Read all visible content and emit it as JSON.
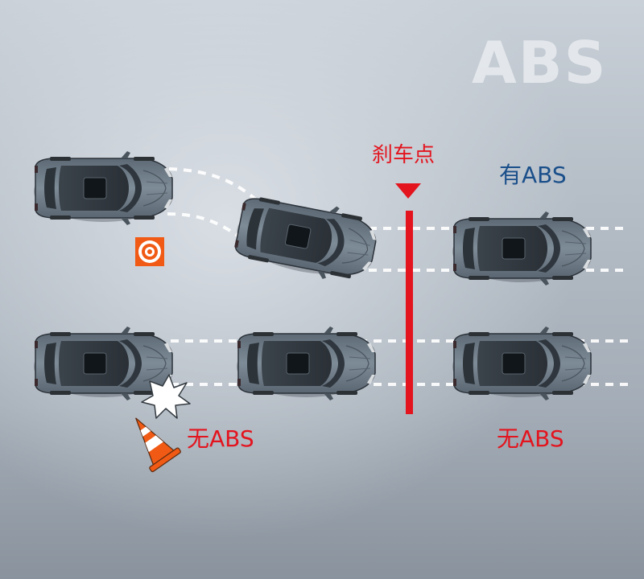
{
  "watermark": "ABS",
  "brake_point_label": "刹车点",
  "labels": {
    "with_abs": "有ABS",
    "no_abs_left": "无ABS",
    "no_abs_right": "无ABS"
  },
  "icons": [
    "target-sign-icon",
    "traffic-cone-icon",
    "impact-burst-icon",
    "brake-marker-triangle-icon"
  ],
  "colors": {
    "background_light": "#d8dde3",
    "background_mid": "#aab2bc",
    "background_dark": "#7e8792",
    "lane_dash": "#ffffff",
    "brake_line": "#e3141e",
    "label_red": "#e3141e",
    "label_blue": "#1a4f8a",
    "watermark": "#eef1f4",
    "car_body": "#6e7c89",
    "cone_orange": "#f05a14"
  }
}
